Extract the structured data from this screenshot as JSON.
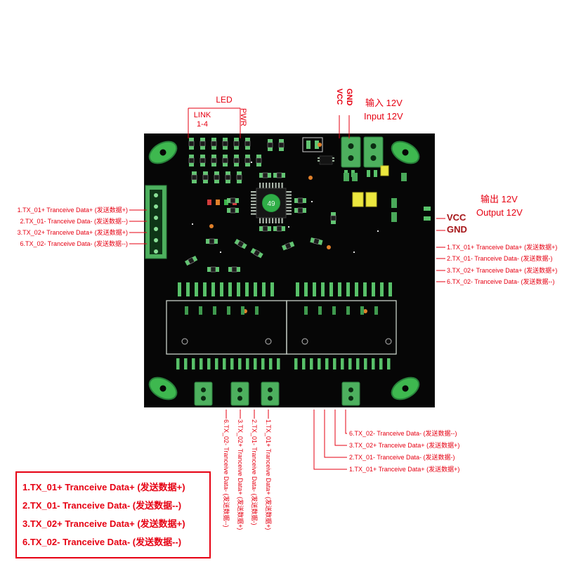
{
  "colors": {
    "annotation_red": "#e60012",
    "dark_red": "#a51417",
    "board_black": "#060606",
    "component_green": "#4db05e"
  },
  "board": {
    "chip_label": "49"
  },
  "top": {
    "led": "LED",
    "link_line1": "LINK",
    "link_line2": "1-4",
    "pwr": "PWR",
    "vcc": "VCC",
    "gnd": "GND",
    "input_cn": "输入 12V",
    "input_en": "Input 12V"
  },
  "left": {
    "pins": [
      "1.TX_01+ Tranceive Data+ (发送数据+)",
      "2.TX_01- Tranceive Data- (发送数据--)",
      "3.TX_02+ Tranceive Data+ (发送数据+)",
      "6.TX_02- Tranceive Data- (发送数据--)"
    ]
  },
  "right": {
    "output_cn": "输出 12V",
    "output_en": "Output 12V",
    "vcc": "VCC",
    "gnd": "GND",
    "pins": [
      "1.TX_01+ Tranceive Data+ (发送数据+)",
      "2.TX_01- Tranceive Data- (发送数据-)",
      "3.TX_02+ Tranceive Data+ (发送数据+)",
      "6.TX_02- Tranceive Data- (发送数据--)"
    ]
  },
  "bottom_vertical": {
    "pins": [
      "6.TX_02- Tranceive Data- (发送数据--)",
      "3.TX_02+ Tranceive Data+ (发送数据+)",
      "2.TX_01- Tranceive Data- (发送数据-)",
      "1.TX_01+ Tranceive Data+ (发送数据+)"
    ]
  },
  "bottom_right": {
    "pins": [
      "6.TX_02- Tranceive Data- (发送数据--)",
      "3.TX_02+ Tranceive Data+ (发送数据+)",
      "2.TX_01- Tranceive Data- (发送数据-)",
      "1.TX_01+ Tranceive Data+ (发送数据+)"
    ]
  },
  "legend_box": {
    "pins": [
      "1.TX_01+ Tranceive Data+ (发送数据+)",
      "2.TX_01- Tranceive Data- (发送数据--)",
      "3.TX_02+ Tranceive Data+ (发送数据+)",
      "6.TX_02- Tranceive Data- (发送数据--)"
    ]
  }
}
